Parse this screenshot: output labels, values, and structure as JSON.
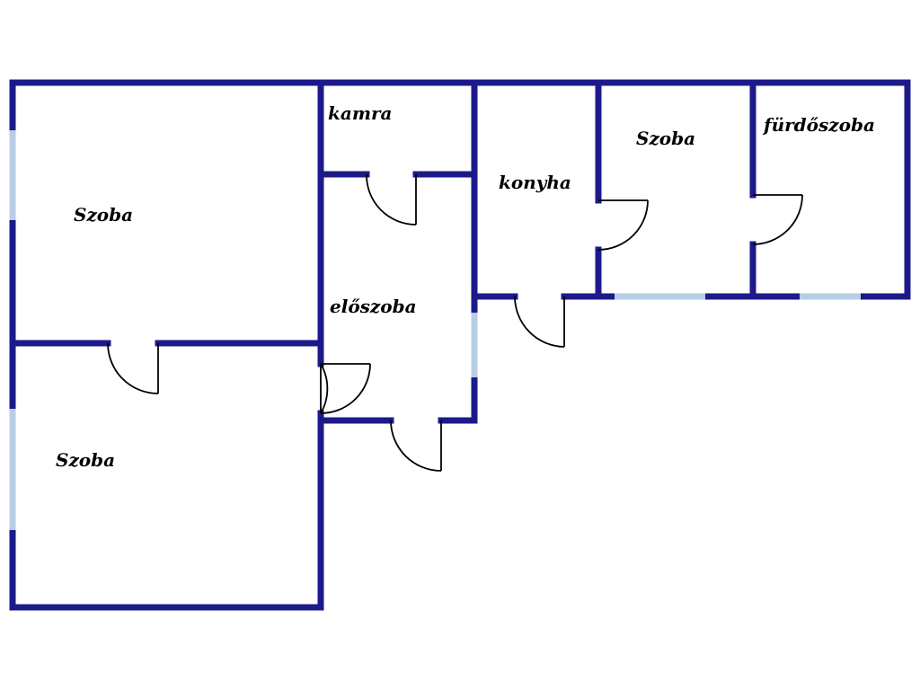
{
  "floor_plan": {
    "colors": {
      "wall": "#1c1a8a",
      "window": "#b8cde6",
      "door": "#000000",
      "background": "#ffffff"
    },
    "rooms": {
      "room_big_top": "Szoba",
      "room_big_bottom": "Szoba",
      "pantry": "kamra",
      "hall": "előszoba",
      "kitchen": "konyha",
      "room_small": "Szoba",
      "bathroom": "fürdőszoba"
    }
  }
}
